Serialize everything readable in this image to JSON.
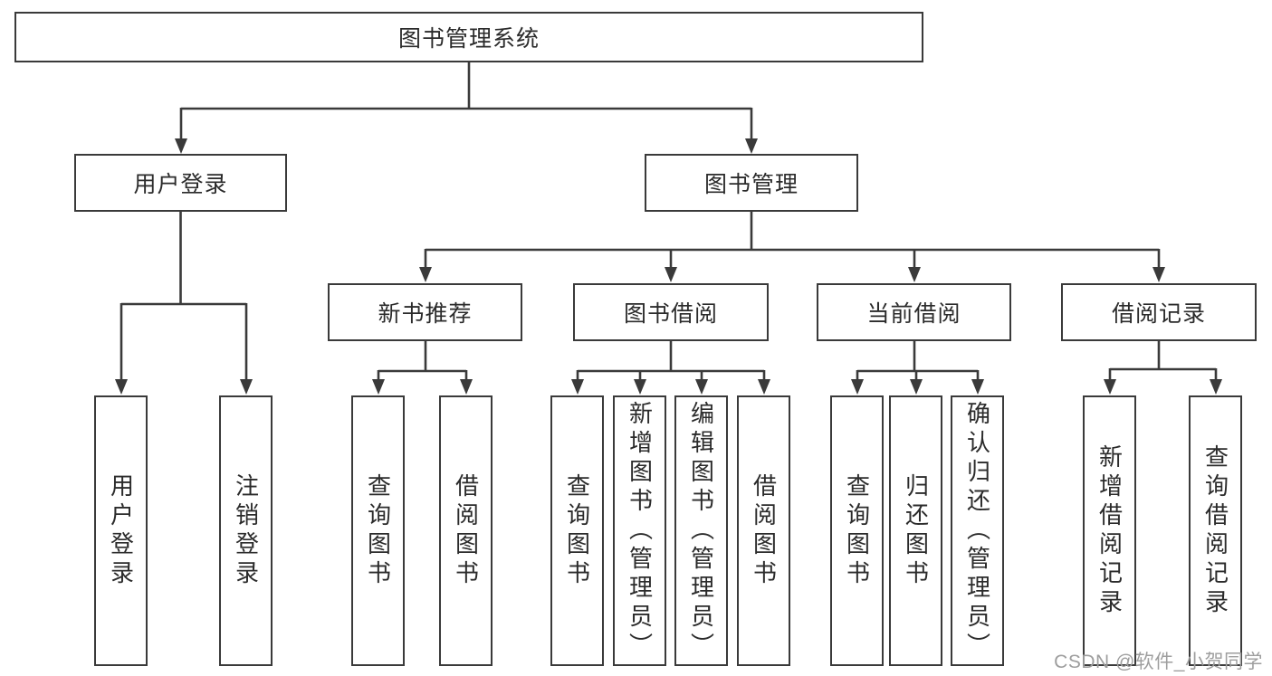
{
  "diagram": {
    "root": {
      "label": "图书管理系统"
    },
    "branches": [
      {
        "label": "用户登录",
        "children": [
          "用户登录",
          "注销登录"
        ]
      },
      {
        "label": "图书管理",
        "modules": [
          {
            "label": "新书推荐",
            "children": [
              "查询图书",
              "借阅图书"
            ]
          },
          {
            "label": "图书借阅",
            "children": [
              "查询图书",
              "新增图书（管理员）",
              "编辑图书（管理员）",
              "借阅图书"
            ]
          },
          {
            "label": "当前借阅",
            "children": [
              "查询图书",
              "归还图书",
              "确认归还（管理员）"
            ]
          },
          {
            "label": "借阅记录",
            "children": [
              "新增借阅记录",
              "查询借阅记录"
            ]
          }
        ]
      }
    ]
  },
  "watermark": {
    "text": "CSDN @软件_小贺同学"
  },
  "colors": {
    "line": "#3a3a3a",
    "text": "#2b2b2b",
    "watermark": "#9e9e9e",
    "background": "#ffffff"
  }
}
